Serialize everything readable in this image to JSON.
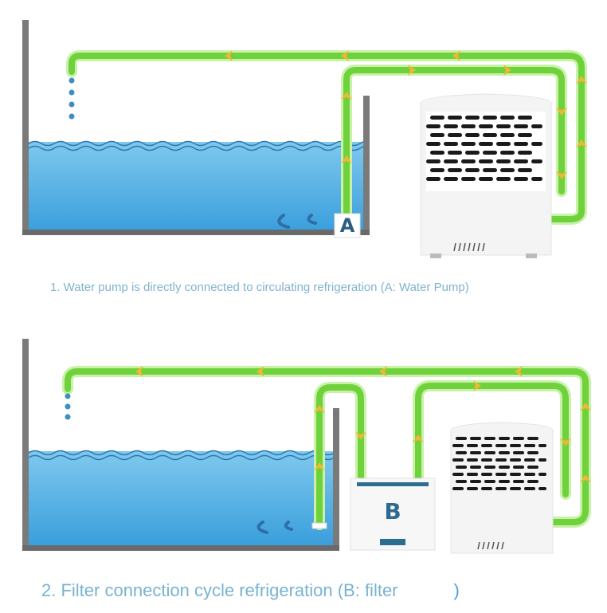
{
  "diagram1": {
    "caption": "1. Water pump is directly connected to circulating refrigeration (A: Water Pump)",
    "pump_label": "A",
    "components": [
      "tank",
      "water pump (A)",
      "chiller",
      "return pipe",
      "supply pipe"
    ]
  },
  "diagram2": {
    "caption": "2. Filter connection cycle refrigeration (B: filter",
    "caption_close": ")",
    "filter_label": "B",
    "components": [
      "tank",
      "intake pipe",
      "filter (B)",
      "chiller",
      "return pipe"
    ]
  },
  "colors": {
    "pipe": "#6fd23c",
    "pipe_glow": "#c9f2a8",
    "arrow": "#f2b632",
    "water_top": "#7ec8ee",
    "water_bottom": "#3a9fdc",
    "tank_wall": "#7a7a7a",
    "caption": "#7fb4cc",
    "label": "#2c5f7f"
  }
}
